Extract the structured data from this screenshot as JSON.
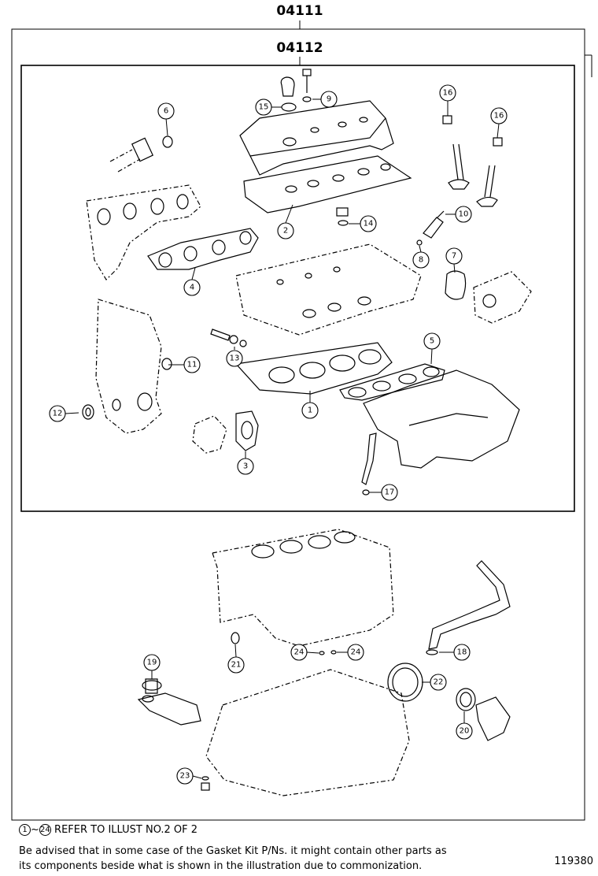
{
  "headers": {
    "outer_kit": "04111",
    "inner_kit": "04112"
  },
  "callouts": {
    "c1": "1",
    "c2": "2",
    "c3": "3",
    "c4": "4",
    "c5": "5",
    "c6": "6",
    "c7": "7",
    "c8": "8",
    "c9": "9",
    "c10": "10",
    "c11": "11",
    "c12": "12",
    "c13": "13",
    "c14": "14",
    "c15": "15",
    "c16a": "16",
    "c16b": "16",
    "c17": "17",
    "c18": "18",
    "c19": "19",
    "c20": "20",
    "c21": "21",
    "c22": "22",
    "c23": "23",
    "c24a": "24",
    "c24b": "24"
  },
  "notes": {
    "range_start": "1",
    "range_sep": "~",
    "range_end": "24",
    "refer_text": "REFER TO ILLUST NO.2 OF 2",
    "advice_line1": "Be advised that in some case of the Gasket Kit P/Ns.  it might contain other parts as",
    "advice_line2": "its components beside what is shown in the illustration due to commonization."
  },
  "illustration_number": "119380"
}
